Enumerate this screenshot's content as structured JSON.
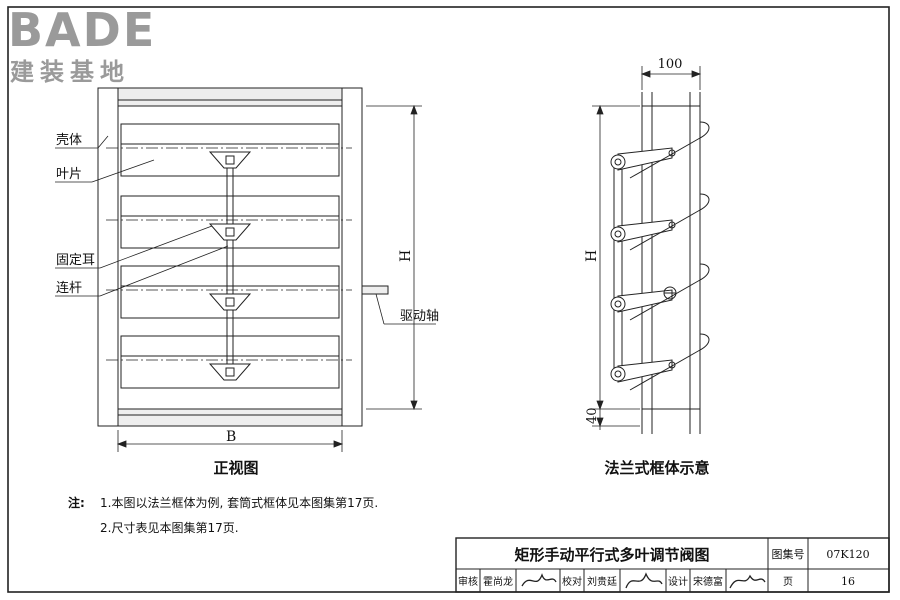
{
  "logo": {
    "brand": "BADE",
    "subtitle": "建装基地"
  },
  "front_view": {
    "caption": "正视图",
    "labels": {
      "shell": "壳体",
      "blade": "叶片",
      "fixed_ear": "固定耳",
      "link_rod": "连杆",
      "drive_shaft": "驱动轴"
    },
    "dim_width": "B",
    "dim_height": "H"
  },
  "side_view": {
    "caption": "法兰式框体示意",
    "dim_top": "100",
    "dim_height": "H",
    "dim_bottom": "40"
  },
  "notes": {
    "prefix": "注:",
    "items": [
      "1.本图以法兰框体为例, 套筒式框体见本图集第17页.",
      "2.尺寸表见本图集第17页."
    ]
  },
  "title_block": {
    "title": "矩形手动平行式多叶调节阀图",
    "atlas_label": "图集号",
    "atlas_no": "07K120",
    "review_label": "审核",
    "review_name": "霍尚龙",
    "check_label": "校对",
    "check_name": "刘贵廷",
    "design_label": "设计",
    "design_name": "宋德富",
    "page_label": "页",
    "page_no": "16"
  }
}
